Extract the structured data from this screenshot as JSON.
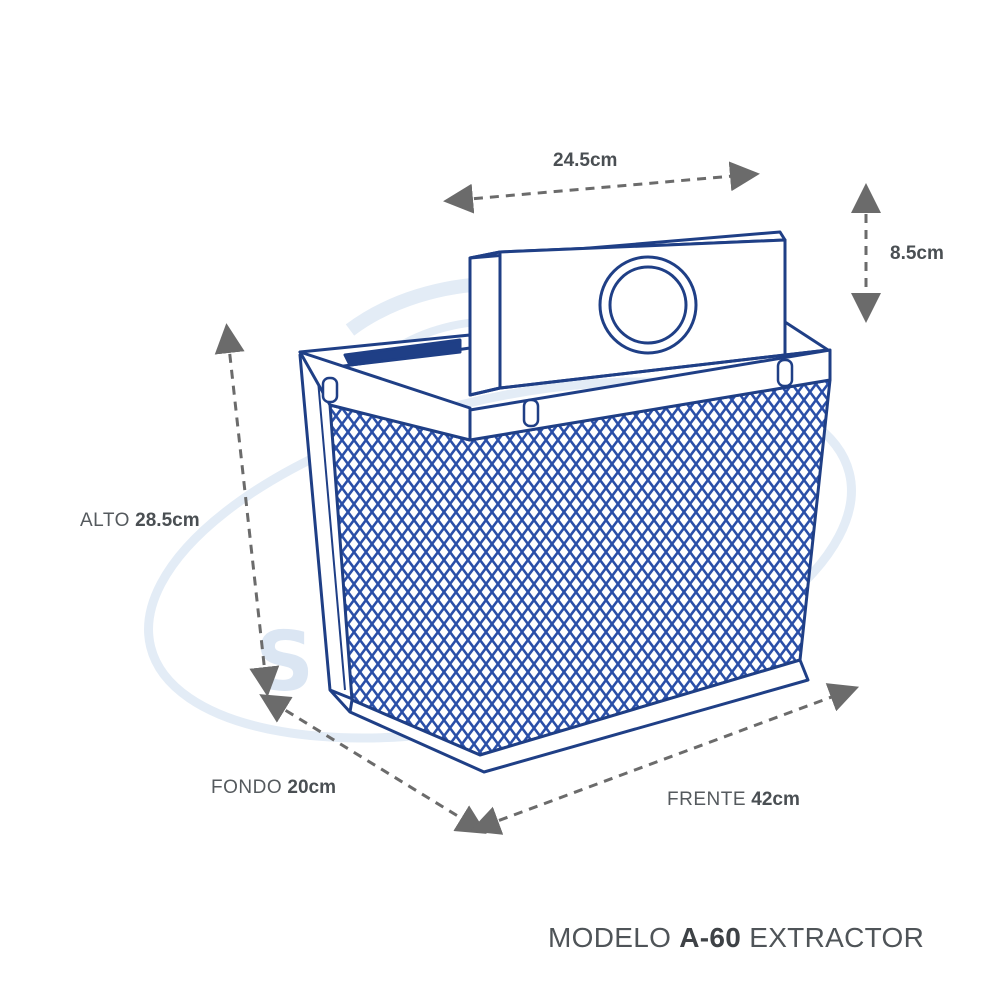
{
  "watermark": {
    "text": "SOLAR"
  },
  "dimensions": {
    "top_width": {
      "value": "24.5cm"
    },
    "top_height": {
      "value": "8.5cm"
    },
    "height": {
      "label": "ALTO",
      "value": "28.5cm"
    },
    "depth": {
      "label": "FONDO",
      "value": "20cm"
    },
    "front": {
      "label": "FRENTE",
      "value": "42cm"
    }
  },
  "model": {
    "prefix": "MODELO",
    "code": "A-60",
    "suffix": "EXTRACTOR"
  },
  "colors": {
    "outline": "#1f3f86",
    "mesh": "#2a4fa8",
    "dimension_arrow": "#6b6b6b",
    "watermark": "#dbe6f3",
    "text": "#555a5e"
  },
  "icons": {
    "arrow": "dashed-double-arrow",
    "fan": "fan-circle",
    "clip": "mesh-clip"
  }
}
